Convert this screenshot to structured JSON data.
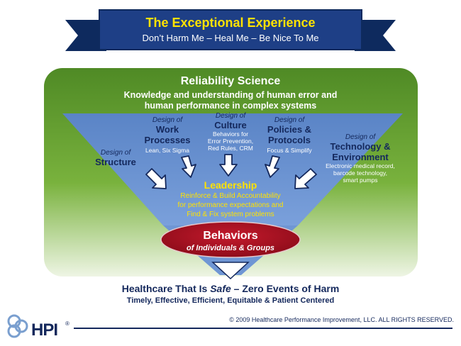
{
  "banner": {
    "title": "The Exceptional Experience",
    "subtitle": "Don’t Harm Me – Heal Me – Be Nice To Me"
  },
  "reliability": {
    "title": "Reliability Science",
    "desc_line1": "Knowledge and understanding of human error and",
    "desc_line2": "human performance in complex systems"
  },
  "pillars": {
    "structure": {
      "prefix": "Design of",
      "title": "Structure"
    },
    "work": {
      "prefix": "Design of",
      "title_line1": "Work",
      "title_line2": "Processes",
      "detail": "Lean, Six Sigma"
    },
    "culture": {
      "prefix": "Design of",
      "title": "Culture",
      "detail_line1": "Behaviors for",
      "detail_line2": "Error Prevention,",
      "detail_line3": "Red Rules, CRM"
    },
    "policies": {
      "prefix": "Design of",
      "title_line1": "Policies &",
      "title_line2": "Protocols",
      "detail": "Focus & Simplify"
    },
    "technology": {
      "prefix": "Design of",
      "title_line1": "Technology &",
      "title_line2": "Environment",
      "detail_line1": "Electronic medical record,",
      "detail_line2": "barcode technology,",
      "detail_line3": "smart pumps"
    }
  },
  "leadership": {
    "title": "Leadership",
    "line1": "Reinforce & Build Accountability",
    "line2": "for performance expectations and",
    "line3": "Find & Fix system problems"
  },
  "behaviors": {
    "title": "Behaviors",
    "subtitle": "of Individuals & Groups"
  },
  "outcome": {
    "title_before": "Healthcare That Is ",
    "title_em": "Safe",
    "title_after": " – Zero Events of Harm",
    "subtitle": "Timely, Effective, Efficient, Equitable & Patient Centered"
  },
  "footer": {
    "copyright": "© 2009 Healthcare Performance Improvement, LLC. ALL RIGHTS RESERVED.",
    "logo": "HPI",
    "registered": "®"
  },
  "colors": {
    "navy": "#14285c",
    "green": "#5f9f2e",
    "blue": "#5b86c9",
    "yellow": "#ffe200",
    "red": "#a50f1f"
  }
}
